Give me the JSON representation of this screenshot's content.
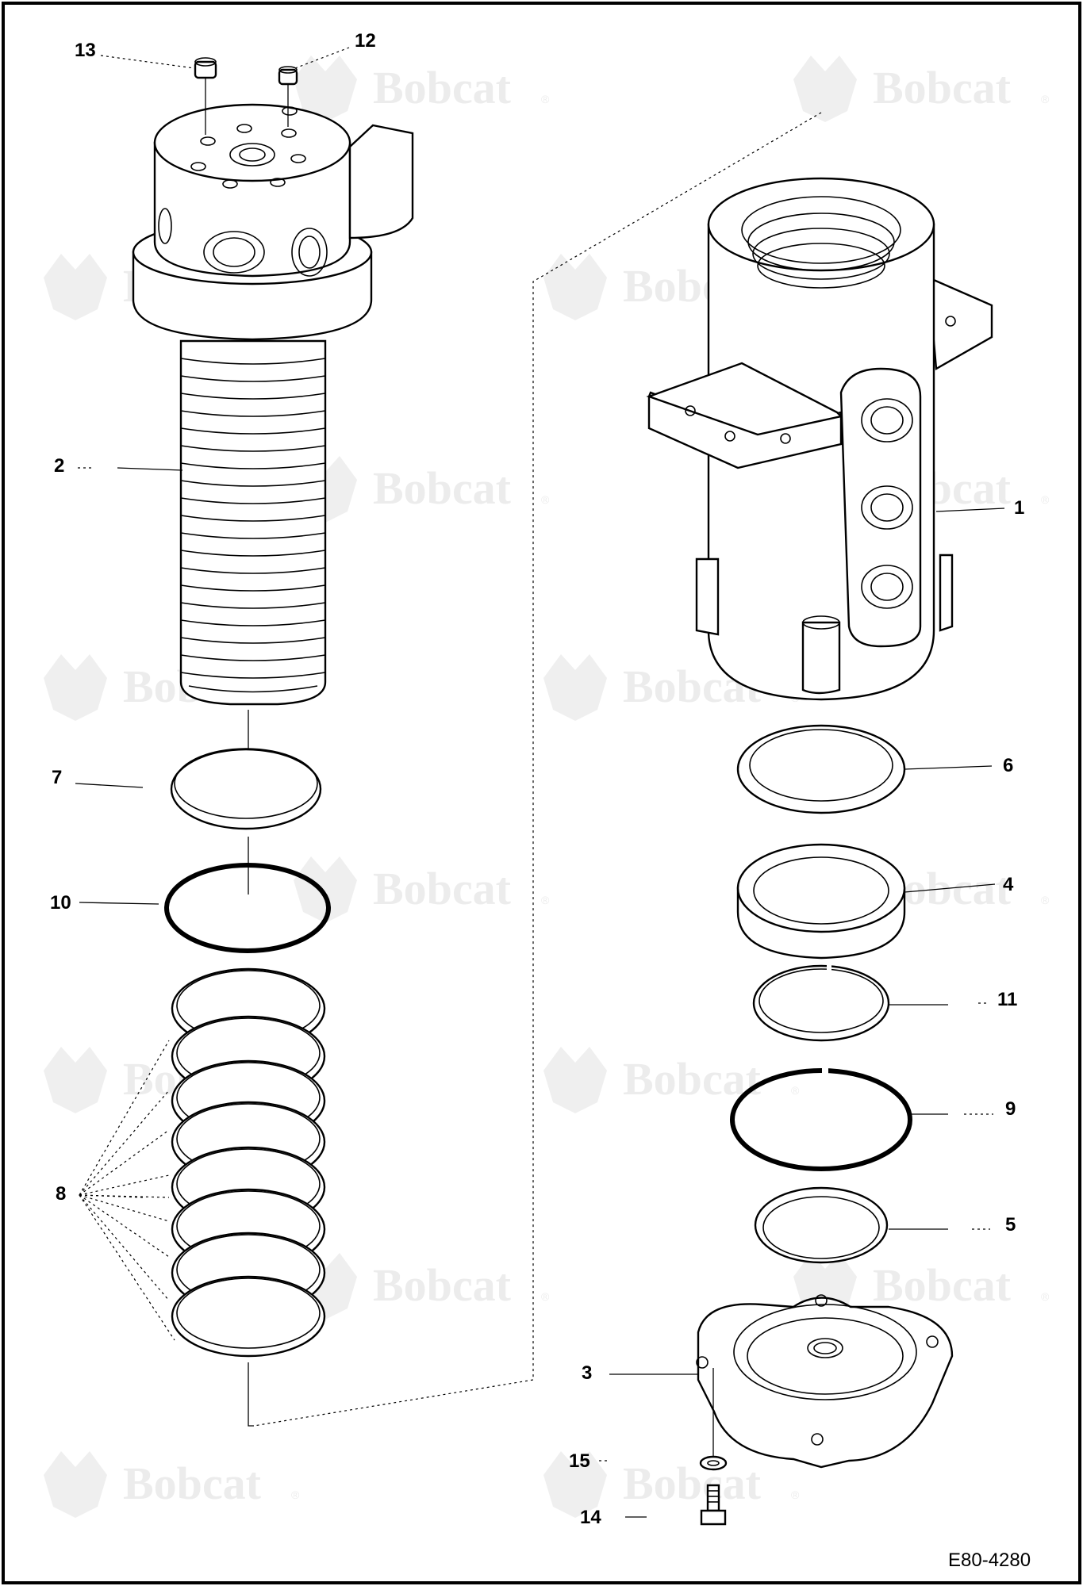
{
  "watermark": {
    "text": "Bobcat",
    "registered": "®"
  },
  "drawing_code": "E80-4280",
  "callouts": {
    "c1": "1",
    "c2": "2",
    "c3": "3",
    "c4": "4",
    "c5": "5",
    "c6": "6",
    "c7": "7",
    "c8": "8",
    "c9": "9",
    "c10": "10",
    "c11": "11",
    "c12": "12",
    "c13": "13",
    "c14": "14",
    "c15": "15"
  }
}
